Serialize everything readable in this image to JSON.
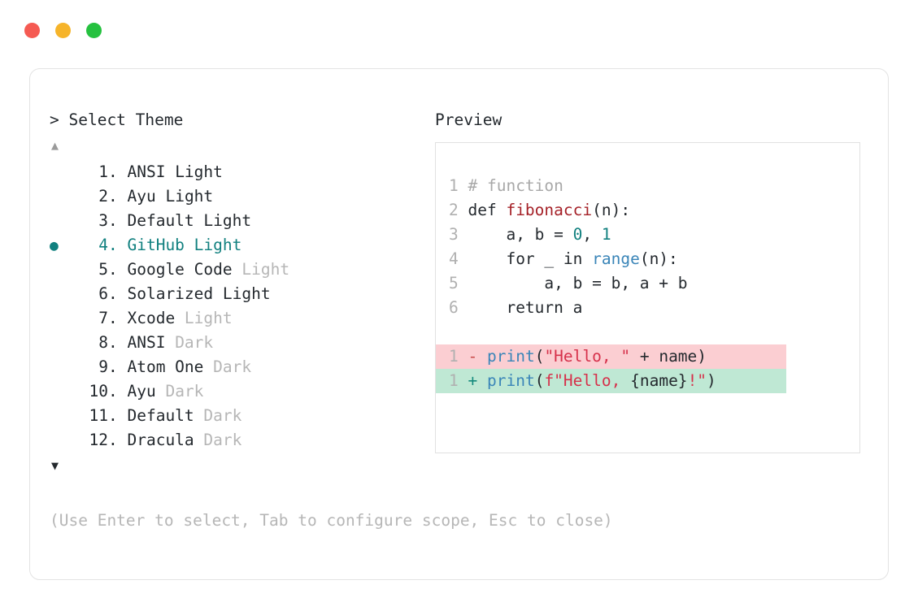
{
  "window": {
    "traffic_lights": [
      {
        "name": "close",
        "color": "#f55a52"
      },
      {
        "name": "minimize",
        "color": "#f6b42a"
      },
      {
        "name": "maximize",
        "color": "#25c13f"
      }
    ]
  },
  "left_panel": {
    "header": "> Select Theme",
    "scroll_up": "▲",
    "scroll_down": "▼",
    "selected_index": 4,
    "bullet": "●",
    "items": [
      {
        "index": " 1",
        "dot": ". ",
        "name": "ANSI",
        "variant": " Light",
        "variant_muted": false
      },
      {
        "index": " 2",
        "dot": ". ",
        "name": "Ayu",
        "variant": " Light",
        "variant_muted": false
      },
      {
        "index": " 3",
        "dot": ". ",
        "name": "Default",
        "variant": " Light",
        "variant_muted": false
      },
      {
        "index": " 4",
        "dot": ". ",
        "name": "GitHub",
        "variant": " Light",
        "variant_muted": false
      },
      {
        "index": " 5",
        "dot": ". ",
        "name": "Google Code",
        "variant": " Light",
        "variant_muted": true
      },
      {
        "index": " 6",
        "dot": ". ",
        "name": "Solarized",
        "variant": " Light",
        "variant_muted": false
      },
      {
        "index": " 7",
        "dot": ". ",
        "name": "Xcode",
        "variant": " Light",
        "variant_muted": true
      },
      {
        "index": " 8",
        "dot": ". ",
        "name": "ANSI",
        "variant": " Dark",
        "variant_muted": true
      },
      {
        "index": " 9",
        "dot": ". ",
        "name": "Atom One",
        "variant": " Dark",
        "variant_muted": true
      },
      {
        "index": "10",
        "dot": ". ",
        "name": "Ayu",
        "variant": " Dark",
        "variant_muted": true
      },
      {
        "index": "11",
        "dot": ". ",
        "name": "Default",
        "variant": " Dark",
        "variant_muted": true
      },
      {
        "index": "12",
        "dot": ". ",
        "name": "Dracula",
        "variant": " Dark",
        "variant_muted": true
      }
    ]
  },
  "right_panel": {
    "header": "Preview",
    "code_lines": [
      {
        "gutter": "1",
        "tokens": [
          {
            "t": " # function",
            "c": "comment"
          }
        ]
      },
      {
        "gutter": "2",
        "tokens": [
          {
            "t": " def ",
            "c": "kw"
          },
          {
            "t": "fibonacci",
            "c": "fn"
          },
          {
            "t": "(n):",
            "c": "plain"
          }
        ]
      },
      {
        "gutter": "3",
        "tokens": [
          {
            "t": "     a, b = ",
            "c": "plain"
          },
          {
            "t": "0",
            "c": "num"
          },
          {
            "t": ", ",
            "c": "plain"
          },
          {
            "t": "1",
            "c": "num"
          }
        ]
      },
      {
        "gutter": "4",
        "tokens": [
          {
            "t": "     for _ in ",
            "c": "plain"
          },
          {
            "t": "range",
            "c": "builtin"
          },
          {
            "t": "(n):",
            "c": "plain"
          }
        ]
      },
      {
        "gutter": "5",
        "tokens": [
          {
            "t": "         a, b = b, a + b",
            "c": "plain"
          }
        ]
      },
      {
        "gutter": "6",
        "tokens": [
          {
            "t": "     return a",
            "c": "plain"
          }
        ]
      },
      {
        "gutter": "",
        "tokens": []
      },
      {
        "gutter": "1",
        "diff": "del",
        "tokens": [
          {
            "t": " - ",
            "c": "diffmark-del"
          },
          {
            "t": "print",
            "c": "builtin"
          },
          {
            "t": "(",
            "c": "plain"
          },
          {
            "t": "\"Hello, \"",
            "c": "str"
          },
          {
            "t": " + name)",
            "c": "plain"
          }
        ]
      },
      {
        "gutter": "1",
        "diff": "add",
        "tokens": [
          {
            "t": " + ",
            "c": "diffmark-add"
          },
          {
            "t": "print",
            "c": "builtin"
          },
          {
            "t": "(",
            "c": "plain"
          },
          {
            "t": "f\"Hello, ",
            "c": "str"
          },
          {
            "t": "{name}",
            "c": "plain"
          },
          {
            "t": "!\"",
            "c": "str"
          },
          {
            "t": ")",
            "c": "plain"
          }
        ]
      }
    ]
  },
  "footer": {
    "hint": "(Use Enter to select, Tab to configure scope, Esc to close)"
  }
}
